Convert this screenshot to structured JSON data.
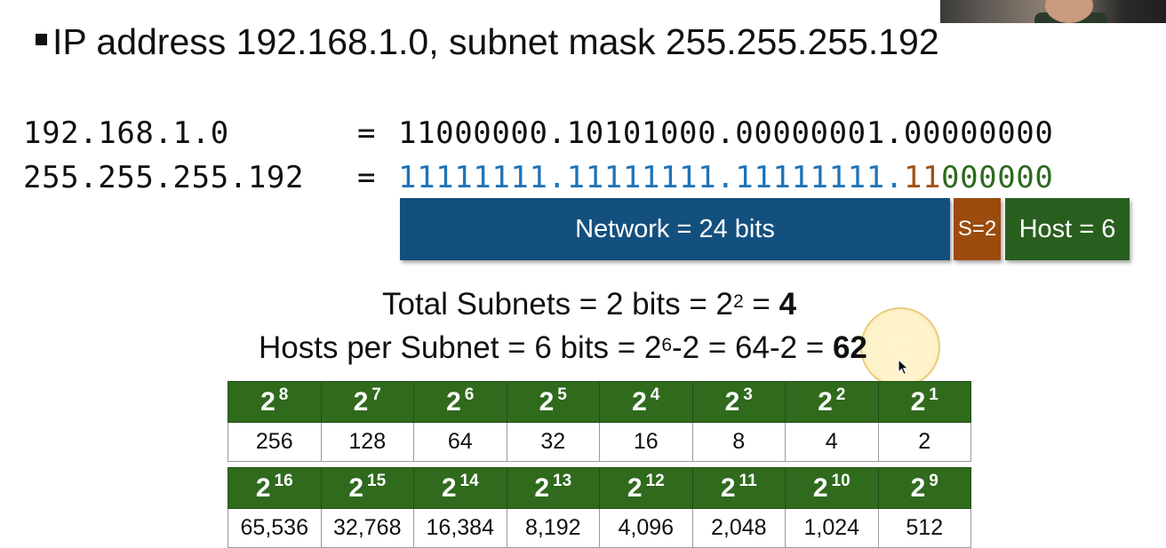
{
  "title": "IP address 192.168.1.0, subnet mask 255.255.255.192",
  "rows": {
    "ip_dotted": "192.168.1.0",
    "mask_dotted": "255.255.255.192",
    "equals": "=",
    "ip_binary": "11000000.10101000.00000001.00000000",
    "mask_binary_network": "11111111.11111111.11111111.",
    "mask_binary_subnet": "11",
    "mask_binary_host": "000000"
  },
  "bars": {
    "network": "Network = 24 bits",
    "subnet": "S=2",
    "host": "Host = 6"
  },
  "calc": {
    "subnets_prefix": "Total Subnets = 2 bits = 2",
    "subnets_exp": "2",
    "subnets_mid": " = ",
    "subnets_result": "4",
    "hosts_prefix": "Hosts per Subnet = 6 bits = 2",
    "hosts_exp": "6",
    "hosts_mid": "-2 = 64-2 = ",
    "hosts_result": "62"
  },
  "table1": {
    "base": "2",
    "exponents": [
      "8",
      "7",
      "6",
      "5",
      "4",
      "3",
      "2",
      "1"
    ],
    "values": [
      "256",
      "128",
      "64",
      "32",
      "16",
      "8",
      "4",
      "2"
    ]
  },
  "table2": {
    "base": "2",
    "exponents": [
      "16",
      "15",
      "14",
      "13",
      "12",
      "11",
      "10",
      "9"
    ],
    "values": [
      "65,536",
      "32,768",
      "16,384",
      "8,192",
      "4,096",
      "2,048",
      "1,024",
      "512"
    ]
  },
  "colors": {
    "network": "#14507e",
    "subnet": "#9b4b0d",
    "host": "#285f1f",
    "table_header": "#2f6a1d",
    "mask_network_text": "#1f73b7"
  }
}
